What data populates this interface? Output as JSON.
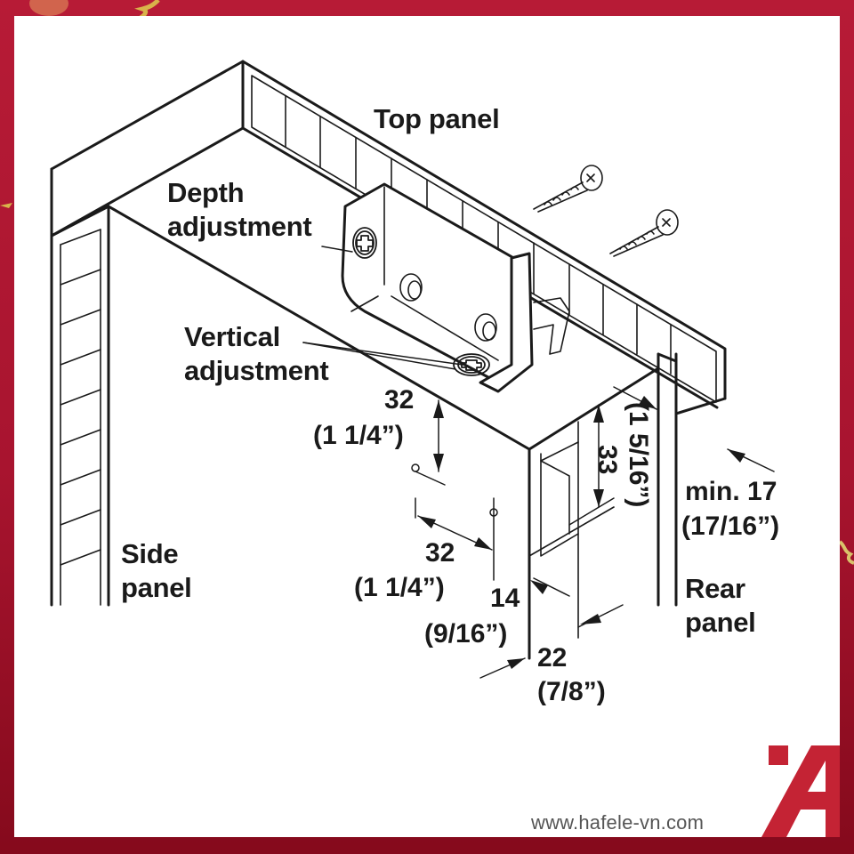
{
  "labels": {
    "top_panel": "Top panel",
    "depth_adjustment_line1": "Depth",
    "depth_adjustment_line2": "adjustment",
    "vertical_adjustment_line1": "Vertical",
    "vertical_adjustment_line2": "adjustment",
    "side_panel_line1": "Side",
    "side_panel_line2": "panel",
    "rear_panel_line1": "Rear",
    "rear_panel_line2": "panel"
  },
  "dimensions": {
    "vertical_hole_offset": {
      "mm": "32",
      "inch": "(1 1/4”)"
    },
    "horizontal_hole_spacing": {
      "mm": "32",
      "inch": "(1 1/4”)"
    },
    "edge_offset": {
      "mm": "14",
      "inch": "(9/16”)"
    },
    "depth_offset": {
      "mm": "22",
      "inch": "(7/8”)"
    },
    "height_33": {
      "mm": "33",
      "inch": "(1 5/16”)"
    },
    "rear_min": {
      "mm": "min. 17",
      "inch": "(17/16”)"
    }
  },
  "branding": {
    "website": "www.hafele-vn.com",
    "logo": "hafele-a-logo",
    "brand_color": "#c42334",
    "frame_color": "#b31a33"
  }
}
